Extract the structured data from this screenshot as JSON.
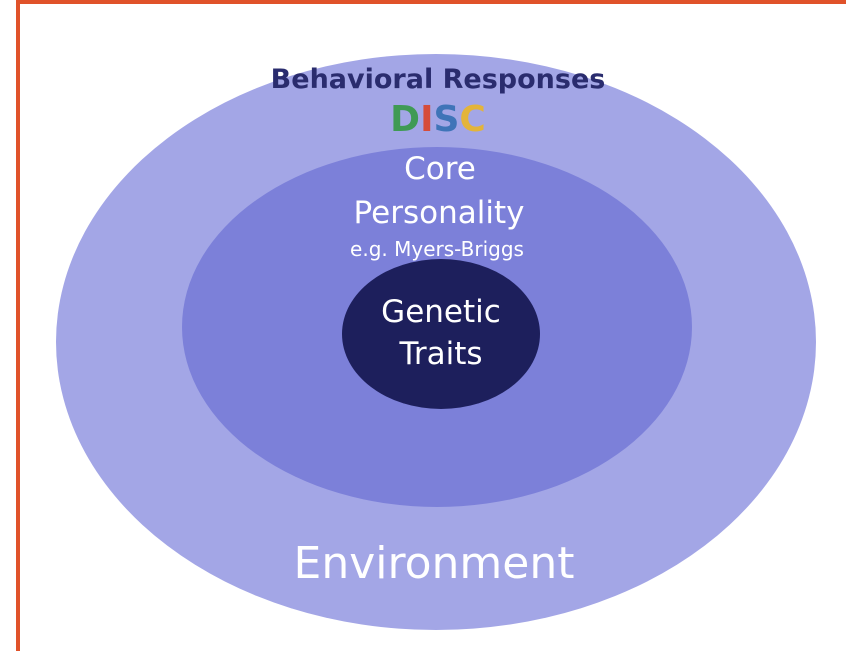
{
  "diagram": {
    "outer_title": "Behavioral Responses",
    "disc": {
      "letters": [
        {
          "char": "D",
          "color": "#3f9a54"
        },
        {
          "char": "I",
          "color": "#d64c3a"
        },
        {
          "char": "S",
          "color": "#3f74b8"
        },
        {
          "char": "C",
          "color": "#e3b43a"
        }
      ]
    },
    "middle_line1": "Core",
    "middle_line2": "Personality",
    "middle_example": "e.g. Myers-Briggs",
    "inner_line1": "Genetic",
    "inner_line2": "Traits",
    "outer_bottom": "Environment"
  },
  "colors": {
    "frame": "#e0522a",
    "outer_ring": "#a3a6e6",
    "middle_ring": "#7c80d9",
    "inner_core": "#1d1f5c",
    "title_text": "#2a2c6e",
    "label_text": "#ffffff"
  }
}
